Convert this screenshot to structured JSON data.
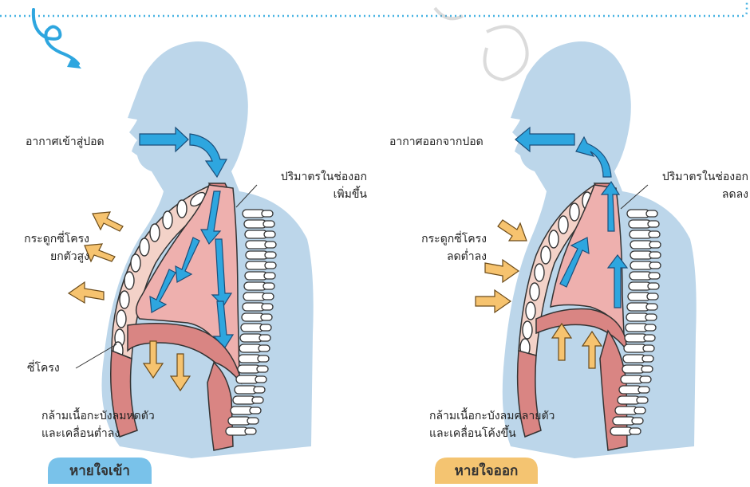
{
  "inhale": {
    "air_label": "อากาศเข้าสู่ปอด",
    "volume_label_1": "ปริมาตรในช่องอก",
    "volume_label_2": "เพิ่มขึ้น",
    "ribs_label_1": "กระดูกซี่โครง",
    "ribs_label_2": "ยกตัวสูง",
    "rib_label": "ซี่โครง",
    "diaphragm_label_1": "กล้ามเนื้อกะบังลมหดตัว",
    "diaphragm_label_2": "และเคลื่อนต่ำลง",
    "title": "หายใจเข้า"
  },
  "exhale": {
    "air_label": "อากาศออกจากปอด",
    "volume_label_1": "ปริมาตรในช่องอก",
    "volume_label_2": "ลดลง",
    "ribs_label_1": "กระดูกซี่โครง",
    "ribs_label_2": "ลดต่ำลง",
    "diaphragm_label_1": "กล้ามเนื้อกะบังลมคลายตัว",
    "diaphragm_label_2": "และเคลื่อนโค้งขึ้น",
    "title": "หายใจออก"
  },
  "colors": {
    "body": "#bcd6ea",
    "lung_cavity": "#eeb0ae",
    "muscle": "#d98583",
    "rib": "#f3d2c8",
    "air_arrow": "#2ea6df",
    "rib_arrow": "#f6c36f",
    "badge_inhale": "#79c2ea",
    "badge_exhale": "#f4c471"
  }
}
